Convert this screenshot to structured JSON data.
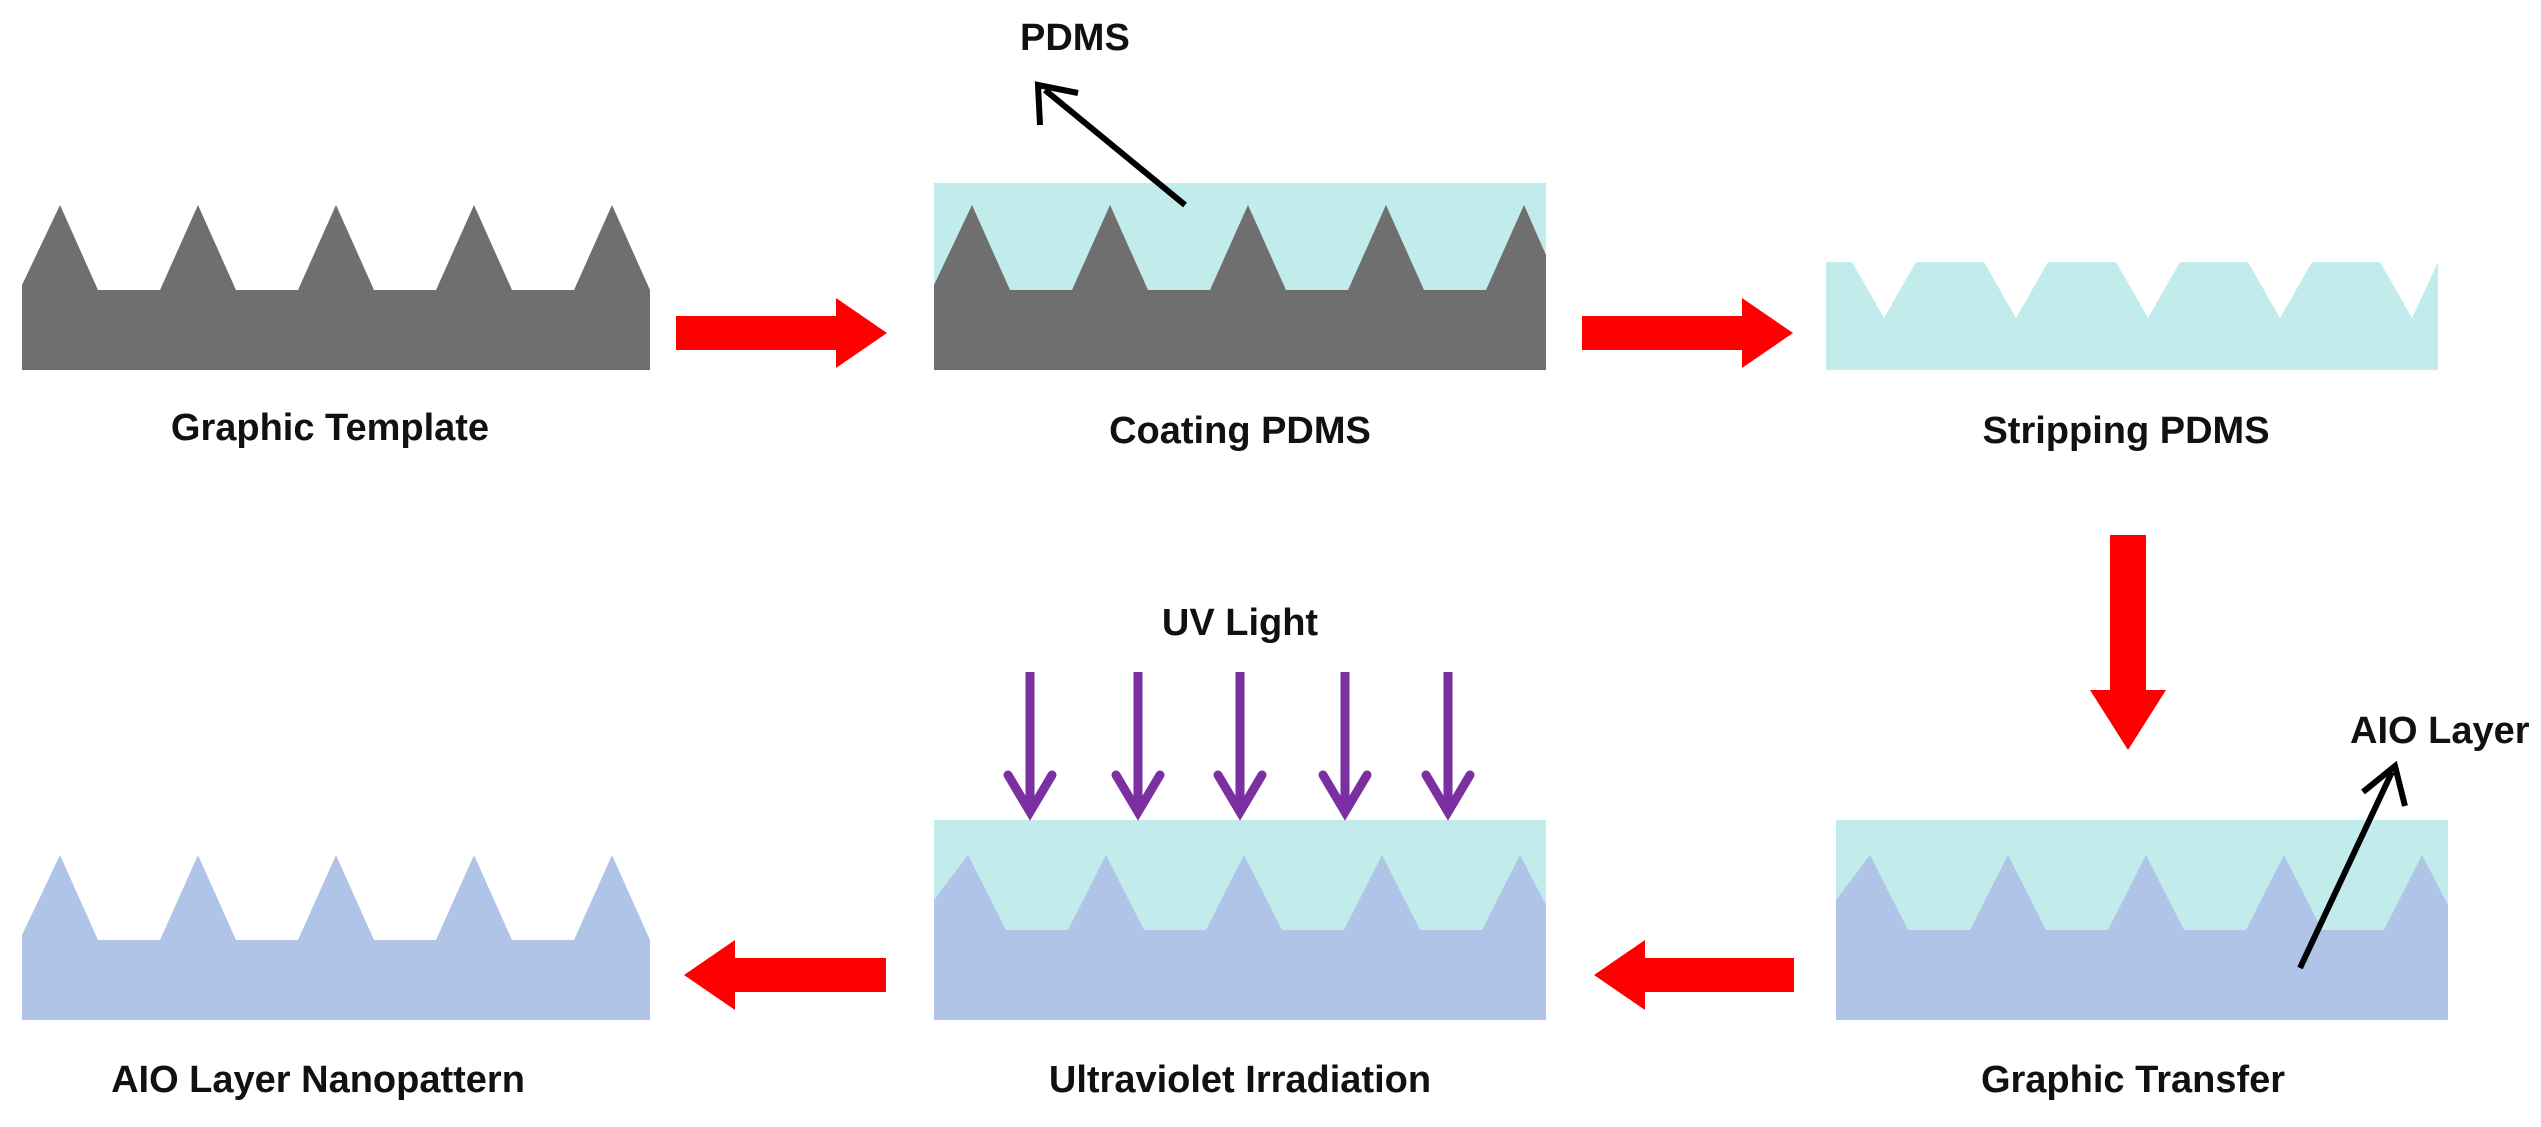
{
  "colors": {
    "template_gray": "#6f6f6f",
    "pdms_cyan": "#c2ecec",
    "aio_blue": "#b0c4e8",
    "flow_arrow_red": "#ff0000",
    "uv_arrow_purple": "#7b2fa0",
    "pointer_black": "#000000"
  },
  "steps": {
    "graphic_template": "Graphic Template",
    "coating_pdms": "Coating PDMS",
    "stripping_pdms": "Stripping PDMS",
    "graphic_transfer": "Graphic Transfer",
    "ultraviolet_irradiation": "Ultraviolet Irradiation",
    "aio_layer_nanopattern": "AIO Layer Nanopattern"
  },
  "callouts": {
    "pdms": "PDMS",
    "uv_light": "UV Light",
    "aio_layer": "AIO Layer"
  }
}
